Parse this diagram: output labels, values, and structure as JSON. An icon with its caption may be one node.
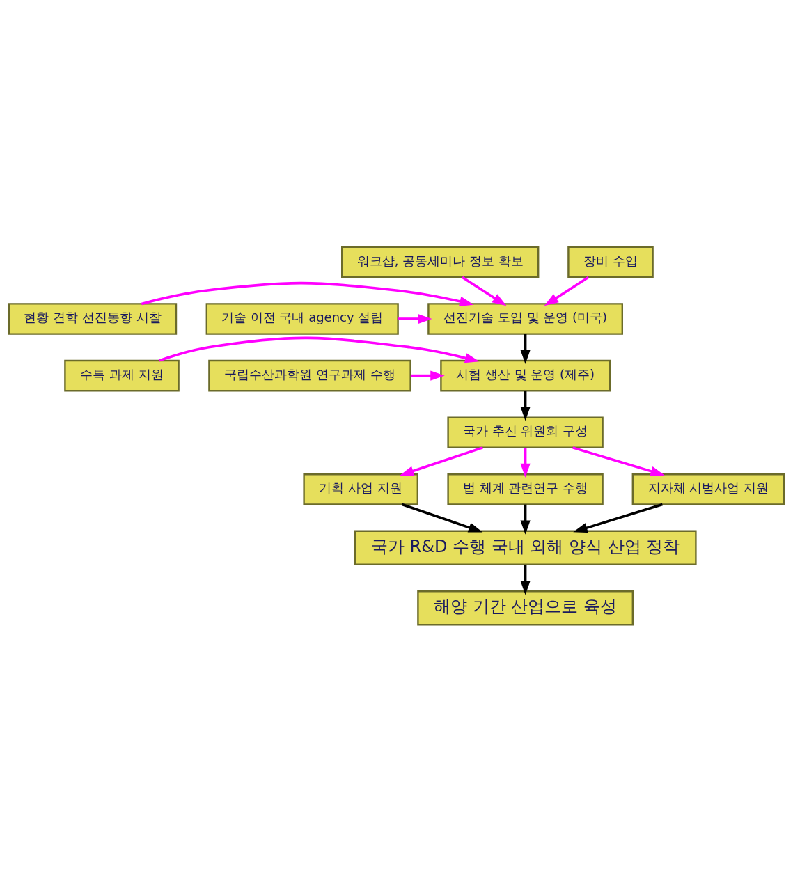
{
  "diagram": {
    "nodes": [
      {
        "text": [
          "워크샵, 공동세미나 정보 확보"
        ]
      },
      {
        "text": [
          "장비 수입"
        ]
      },
      {
        "text": [
          "현황 견학 선진동향 시찰"
        ]
      },
      {
        "text": [
          "선진기술 도입 및 운영 (미국)"
        ]
      },
      {
        "text": [
          "기술 이전 국내 agency 설립"
        ]
      },
      {
        "text": [
          "수특 과제 지원"
        ]
      },
      {
        "text": [
          "시험 생산 및 운영 (제주)"
        ]
      },
      {
        "text": [
          "국립수산과학원 연구과제 수행"
        ]
      },
      {
        "text": [
          "국가 추진 위원회 구성"
        ]
      },
      {
        "text": [
          "기획 사업 지원"
        ]
      },
      {
        "text": [
          "법 체계 관련연구 수행"
        ]
      },
      {
        "text": [
          "지자체 시범사업 지원"
        ]
      },
      {
        "text": [
          "국가 R&D 수행 국내 외해 양식 산업 정착"
        ]
      },
      {
        "text": [
          "해양 기간 산업으로 육성"
        ]
      }
    ],
    "edges": [
      {
        "from": 0,
        "to": 3,
        "arrow": "to"
      },
      {
        "from": 1,
        "to": 3,
        "arrow": "to"
      },
      {
        "from": 2,
        "to": 3,
        "arrow": "to"
      },
      {
        "from": 4,
        "to": 3,
        "arrow": "to"
      },
      {
        "from": 3,
        "to": 6,
        "arrow": "to",
        "color": "#000000"
      },
      {
        "from": 5,
        "to": 6,
        "arrow": "to"
      },
      {
        "from": 7,
        "to": 6,
        "arrow": "to"
      },
      {
        "from": 6,
        "to": 8,
        "arrow": "to",
        "color": "#000000"
      },
      {
        "from": 8,
        "to": 9,
        "arrow": "to"
      },
      {
        "from": 8,
        "to": 10,
        "arrow": "to"
      },
      {
        "from": 8,
        "to": 11,
        "arrow": "to"
      },
      {
        "from": 9,
        "to": 12,
        "arrow": "to",
        "color": "#000000"
      },
      {
        "from": 10,
        "to": 12,
        "arrow": "to",
        "color": "#000000"
      },
      {
        "from": 11,
        "to": 12,
        "arrow": "to",
        "color": "#000000"
      },
      {
        "from": 12,
        "to": 13,
        "arrow": "to",
        "color": "#000000"
      }
    ]
  }
}
